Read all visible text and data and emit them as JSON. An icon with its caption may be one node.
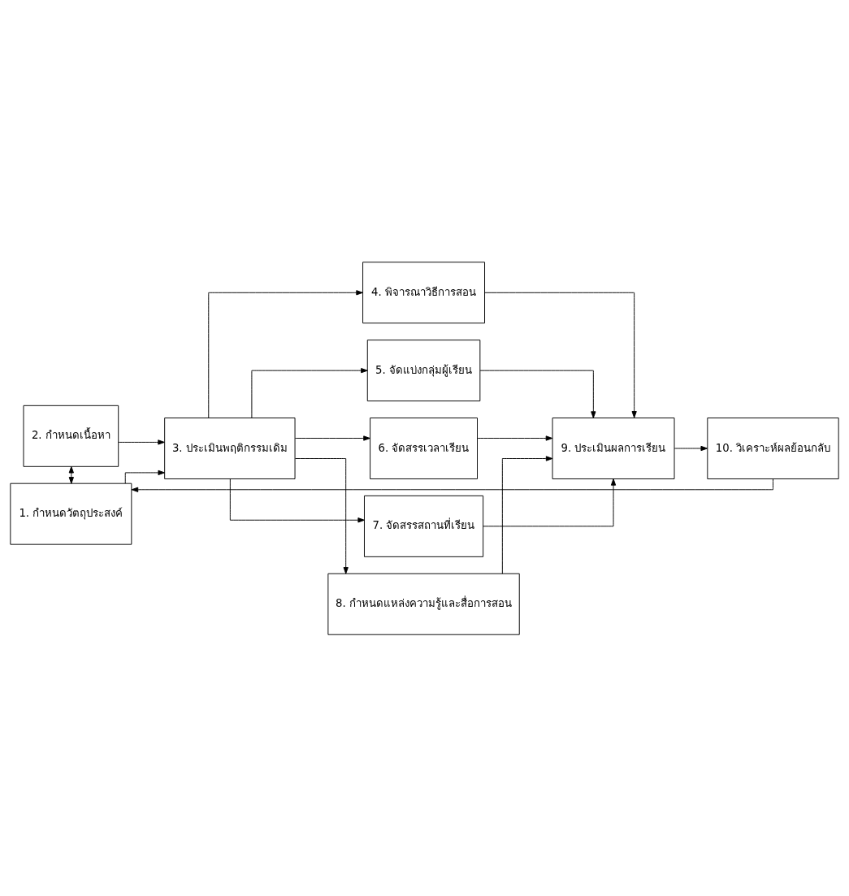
{
  "diagram": {
    "nodes": [
      {
        "text": [
          "2. กำหนดเนื้อหา"
        ]
      },
      {
        "text": [
          "1. กำหนดวัตถุประสงค์"
        ]
      },
      {
        "text": [
          "3. ประเมินพฤติกรรมเดิม"
        ]
      },
      {
        "text": [
          "4. พิจารณาวิธีการสอน"
        ]
      },
      {
        "text": [
          "5. จัดแบ่งกลุ่มผู้เรียน"
        ]
      },
      {
        "text": [
          "6. จัดสรรเวลาเรียน"
        ]
      },
      {
        "text": [
          "7. จัดสรรสถานที่เรียน"
        ]
      },
      {
        "text": [
          "8. กำหนดแหล่งความรู้และสื่อการสอน"
        ]
      },
      {
        "text": [
          "9. ประเมินผลการเรียน"
        ]
      },
      {
        "text": [
          "10. วิเคราะห์ผลย้อนกลับ"
        ]
      }
    ],
    "edges": [
      {
        "from": 0,
        "to": 1,
        "arrow": "both"
      },
      {
        "from": 0,
        "to": 2,
        "arrow": "to"
      },
      {
        "from": 1,
        "to": 2,
        "arrow": "to"
      },
      {
        "from": 2,
        "to": 3,
        "arrow": "to"
      },
      {
        "from": 2,
        "to": 4,
        "arrow": "to"
      },
      {
        "from": 2,
        "to": 5,
        "arrow": "to"
      },
      {
        "from": 2,
        "to": 6,
        "arrow": "to"
      },
      {
        "from": 2,
        "to": 7,
        "arrow": "to"
      },
      {
        "from": 3,
        "to": 8,
        "arrow": "to"
      },
      {
        "from": 4,
        "to": 8,
        "arrow": "to"
      },
      {
        "from": 5,
        "to": 8,
        "arrow": "to"
      },
      {
        "from": 6,
        "to": 8,
        "arrow": "to"
      },
      {
        "from": 7,
        "to": 8,
        "arrow": "to"
      },
      {
        "from": 8,
        "to": 9,
        "arrow": "to"
      },
      {
        "from": 9,
        "to": 1,
        "arrow": "to"
      }
    ]
  }
}
